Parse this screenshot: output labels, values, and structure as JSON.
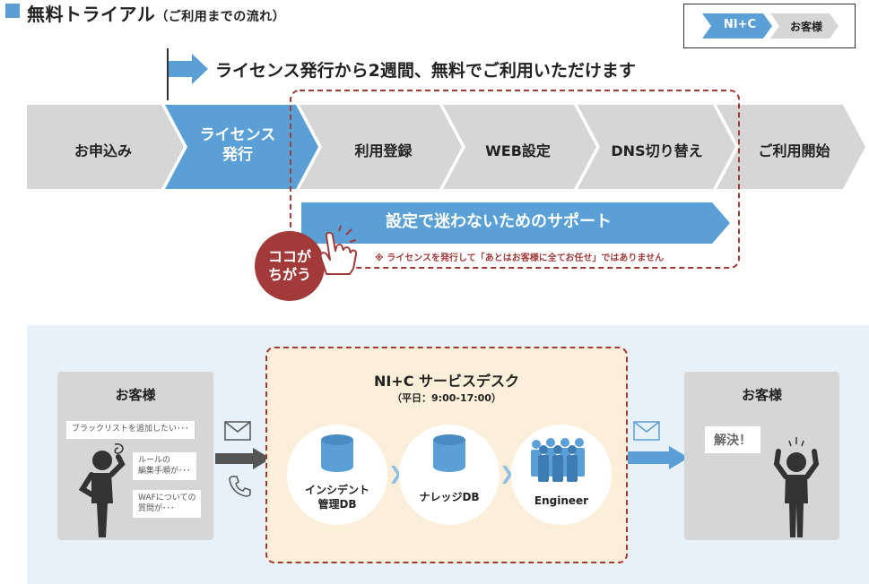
{
  "title": {
    "main": "無料トライアル",
    "sub": "（ご利用までの流れ）"
  },
  "legend": {
    "provider": "NI+C",
    "customer": "お客様"
  },
  "period_text": "ライセンス発行から2週間、無料でご利用いただけます",
  "steps": [
    {
      "label": "お申込み"
    },
    {
      "label_line1": "ライセンス",
      "label_line2": "発行"
    },
    {
      "label": "利用登録"
    },
    {
      "label": "WEB設定"
    },
    {
      "label": "DNS切り替え"
    },
    {
      "label": "ご利用開始"
    }
  ],
  "support": {
    "title": "設定で迷わないためのサポート",
    "note": "※ ライセンスを発行して「あとはお客様に全てお任せ」ではありません"
  },
  "badge": {
    "line1": "ココが",
    "line2": "ちがう"
  },
  "left_box": {
    "title": "お客様",
    "bubbles": [
      {
        "line1": "ブラックリストを追加したい･･･"
      },
      {
        "line1": "ルールの",
        "line2": "編集手順が･･･"
      },
      {
        "line1": "WAFについての",
        "line2": "質問が･･･"
      }
    ]
  },
  "desk": {
    "title": "NI+C サービスデスク",
    "hours": "（平日：9:00-17:00）",
    "items": [
      {
        "line1": "インシデント",
        "line2": "管理DB"
      },
      {
        "line1": "ナレッジDB"
      },
      {
        "line1": "Engineer"
      }
    ]
  },
  "right_box": {
    "title": "お客様",
    "bubble": "解決！"
  },
  "colors": {
    "blue": "#5aa0d6",
    "gray": "#d6d6d6",
    "red": "#a33a3a",
    "panel": "#e7f1f9",
    "desk": "#fbefd9"
  }
}
